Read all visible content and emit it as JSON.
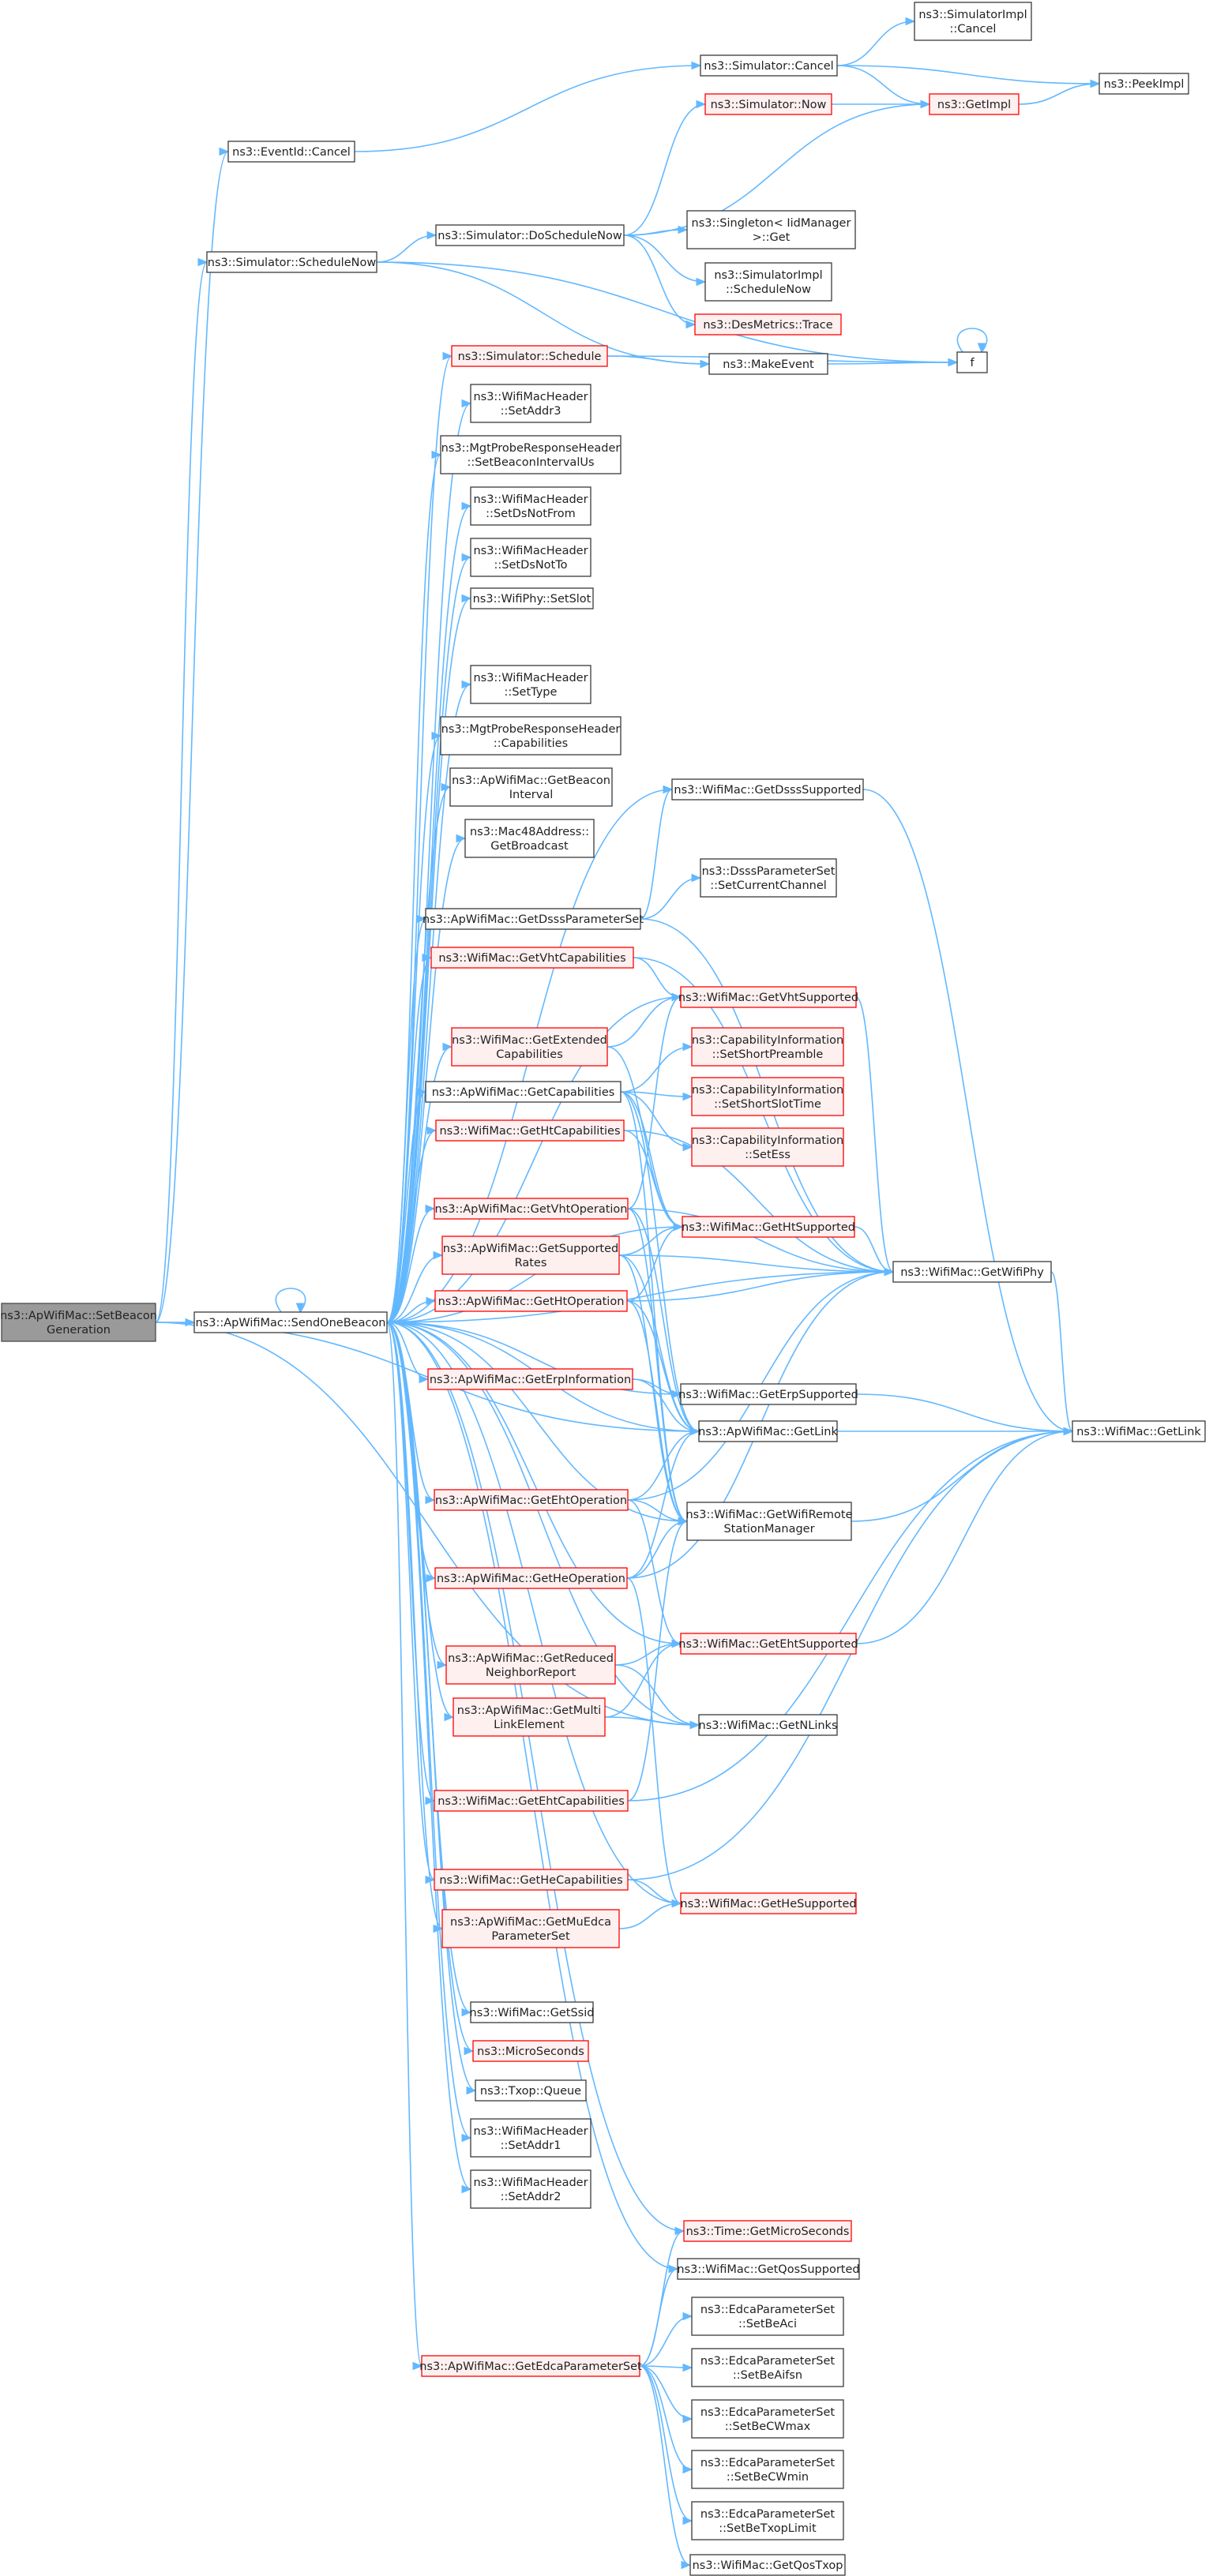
{
  "colors": {
    "edge": "#63b8ff",
    "node_border": "#3a3a3a",
    "node_border_incomplete": "#ff0000",
    "root_fill": "#9a9a9a"
  },
  "nodes": [
    {
      "id": "root",
      "lines": [
        "ns3::ApWifiMac::SetBeacon",
        "Generation"
      ],
      "style": "root"
    },
    {
      "id": "eventid_cancel",
      "lines": [
        "ns3::EventId::Cancel"
      ],
      "style": "normal"
    },
    {
      "id": "sim_schedulenow",
      "lines": [
        "ns3::Simulator::ScheduleNow"
      ],
      "style": "normal"
    },
    {
      "id": "send_one_beacon",
      "lines": [
        "ns3::ApWifiMac::SendOneBeacon"
      ],
      "style": "normal"
    },
    {
      "id": "sim_cancel",
      "lines": [
        "ns3::Simulator::Cancel"
      ],
      "style": "normal"
    },
    {
      "id": "simimpl_cancel",
      "lines": [
        "ns3::SimulatorImpl",
        "::Cancel"
      ],
      "style": "normal"
    },
    {
      "id": "peekimpl",
      "lines": [
        "ns3::PeekImpl"
      ],
      "style": "normal"
    },
    {
      "id": "sim_now",
      "lines": [
        "ns3::Simulator::Now"
      ],
      "style": "red"
    },
    {
      "id": "getimpl",
      "lines": [
        "ns3::GetImpl"
      ],
      "style": "red"
    },
    {
      "id": "sim_doschedulenow",
      "lines": [
        "ns3::Simulator::DoScheduleNow"
      ],
      "style": "normal"
    },
    {
      "id": "singleton_get",
      "lines": [
        "ns3::Singleton< IidManager",
        ">::Get"
      ],
      "style": "normal"
    },
    {
      "id": "simimpl_schedulenow",
      "lines": [
        "ns3::SimulatorImpl",
        "::ScheduleNow"
      ],
      "style": "normal"
    },
    {
      "id": "desmetrics_trace",
      "lines": [
        "ns3::DesMetrics::Trace"
      ],
      "style": "red"
    },
    {
      "id": "sim_schedule",
      "lines": [
        "ns3::Simulator::Schedule"
      ],
      "style": "red"
    },
    {
      "id": "makeevent",
      "lines": [
        "ns3::MakeEvent"
      ],
      "style": "normal"
    },
    {
      "id": "f",
      "lines": [
        "f"
      ],
      "style": "normal"
    },
    {
      "id": "setaddr3",
      "lines": [
        "ns3::WifiMacHeader",
        "::SetAddr3"
      ],
      "style": "normal"
    },
    {
      "id": "setbeaconinterval",
      "lines": [
        "ns3::MgtProbeResponseHeader",
        "::SetBeaconIntervalUs"
      ],
      "style": "normal"
    },
    {
      "id": "setdsnotfrom",
      "lines": [
        "ns3::WifiMacHeader",
        "::SetDsNotFrom"
      ],
      "style": "normal"
    },
    {
      "id": "setdsnotto",
      "lines": [
        "ns3::WifiMacHeader",
        "::SetDsNotTo"
      ],
      "style": "normal"
    },
    {
      "id": "setslot",
      "lines": [
        "ns3::WifiPhy::SetSlot"
      ],
      "style": "normal"
    },
    {
      "id": "settype",
      "lines": [
        "ns3::WifiMacHeader",
        "::SetType"
      ],
      "style": "normal"
    },
    {
      "id": "capabilities",
      "lines": [
        "ns3::MgtProbeResponseHeader",
        "::Capabilities"
      ],
      "style": "normal"
    },
    {
      "id": "getbeaconinterval",
      "lines": [
        "ns3::ApWifiMac::GetBeacon",
        "Interval"
      ],
      "style": "normal"
    },
    {
      "id": "getbroadcast",
      "lines": [
        "ns3::Mac48Address::",
        "GetBroadcast"
      ],
      "style": "normal"
    },
    {
      "id": "getdssssupported",
      "lines": [
        "ns3::WifiMac::GetDsssSupported"
      ],
      "style": "normal"
    },
    {
      "id": "setcurrentchannel",
      "lines": [
        "ns3::DsssParameterSet",
        "::SetCurrentChannel"
      ],
      "style": "normal"
    },
    {
      "id": "getdsssparameterset",
      "lines": [
        "ns3::ApWifiMac::GetDsssParameterSet"
      ],
      "style": "normal"
    },
    {
      "id": "getvhtcapabilities",
      "lines": [
        "ns3::WifiMac::GetVhtCapabilities"
      ],
      "style": "red"
    },
    {
      "id": "getvhtsupported",
      "lines": [
        "ns3::WifiMac::GetVhtSupported"
      ],
      "style": "red"
    },
    {
      "id": "getextendedcaps",
      "lines": [
        "ns3::WifiMac::GetExtended",
        "Capabilities"
      ],
      "style": "red"
    },
    {
      "id": "setshortpreamble",
      "lines": [
        "ns3::CapabilityInformation",
        "::SetShortPreamble"
      ],
      "style": "red"
    },
    {
      "id": "getcapabilities",
      "lines": [
        "ns3::ApWifiMac::GetCapabilities"
      ],
      "style": "normal"
    },
    {
      "id": "setshortslottime",
      "lines": [
        "ns3::CapabilityInformation",
        "::SetShortSlotTime"
      ],
      "style": "red"
    },
    {
      "id": "gethtcapabilities",
      "lines": [
        "ns3::WifiMac::GetHtCapabilities"
      ],
      "style": "red"
    },
    {
      "id": "setess",
      "lines": [
        "ns3::CapabilityInformation",
        "::SetEss"
      ],
      "style": "red"
    },
    {
      "id": "getvhtoperation",
      "lines": [
        "ns3::ApWifiMac::GetVhtOperation"
      ],
      "style": "red"
    },
    {
      "id": "gethtsupported",
      "lines": [
        "ns3::WifiMac::GetHtSupported"
      ],
      "style": "red"
    },
    {
      "id": "getsupportedrates",
      "lines": [
        "ns3::ApWifiMac::GetSupported",
        "Rates"
      ],
      "style": "red"
    },
    {
      "id": "getwifiphy",
      "lines": [
        "ns3::WifiMac::GetWifiPhy"
      ],
      "style": "normal"
    },
    {
      "id": "gethtoperation",
      "lines": [
        "ns3::ApWifiMac::GetHtOperation"
      ],
      "style": "red"
    },
    {
      "id": "geterpinformation",
      "lines": [
        "ns3::ApWifiMac::GetErpInformation"
      ],
      "style": "red"
    },
    {
      "id": "geterpsupported",
      "lines": [
        "ns3::WifiMac::GetErpSupported"
      ],
      "style": "normal"
    },
    {
      "id": "aplink",
      "lines": [
        "ns3::ApWifiMac::GetLink"
      ],
      "style": "normal"
    },
    {
      "id": "wifilink",
      "lines": [
        "ns3::WifiMac::GetLink"
      ],
      "style": "normal"
    },
    {
      "id": "getehtoperation",
      "lines": [
        "ns3::ApWifiMac::GetEhtOperation"
      ],
      "style": "red"
    },
    {
      "id": "getremotestationmanager",
      "lines": [
        "ns3::WifiMac::GetWifiRemote",
        "StationManager"
      ],
      "style": "normal"
    },
    {
      "id": "getheoperation",
      "lines": [
        "ns3::ApWifiMac::GetHeOperation"
      ],
      "style": "red"
    },
    {
      "id": "getreducedneighbor",
      "lines": [
        "ns3::ApWifiMac::GetReduced",
        "NeighborReport"
      ],
      "style": "red"
    },
    {
      "id": "getehtsupported",
      "lines": [
        "ns3::WifiMac::GetEhtSupported"
      ],
      "style": "red"
    },
    {
      "id": "getmultilink",
      "lines": [
        "ns3::ApWifiMac::GetMulti",
        "LinkElement"
      ],
      "style": "red"
    },
    {
      "id": "getnlinks",
      "lines": [
        "ns3::WifiMac::GetNLinks"
      ],
      "style": "normal"
    },
    {
      "id": "getehtcapabilities",
      "lines": [
        "ns3::WifiMac::GetEhtCapabilities"
      ],
      "style": "red"
    },
    {
      "id": "gethecapabilities",
      "lines": [
        "ns3::WifiMac::GetHeCapabilities"
      ],
      "style": "red"
    },
    {
      "id": "gethesupported",
      "lines": [
        "ns3::WifiMac::GetHeSupported"
      ],
      "style": "red"
    },
    {
      "id": "getmuedca",
      "lines": [
        "ns3::ApWifiMac::GetMuEdca",
        "ParameterSet"
      ],
      "style": "red"
    },
    {
      "id": "getssid",
      "lines": [
        "ns3::WifiMac::GetSsid"
      ],
      "style": "normal"
    },
    {
      "id": "microseconds",
      "lines": [
        "ns3::MicroSeconds"
      ],
      "style": "red"
    },
    {
      "id": "txop_queue",
      "lines": [
        "ns3::Txop::Queue"
      ],
      "style": "normal"
    },
    {
      "id": "setaddr1",
      "lines": [
        "ns3::WifiMacHeader",
        "::SetAddr1"
      ],
      "style": "normal"
    },
    {
      "id": "setaddr2",
      "lines": [
        "ns3::WifiMacHeader",
        "::SetAddr2"
      ],
      "style": "normal"
    },
    {
      "id": "time_getmicroseconds",
      "lines": [
        "ns3::Time::GetMicroSeconds"
      ],
      "style": "red"
    },
    {
      "id": "getqossupported",
      "lines": [
        "ns3::WifiMac::GetQosSupported"
      ],
      "style": "normal"
    },
    {
      "id": "getedcaparameterset",
      "lines": [
        "ns3::ApWifiMac::GetEdcaParameterSet"
      ],
      "style": "red"
    },
    {
      "id": "setbeaci",
      "lines": [
        "ns3::EdcaParameterSet",
        "::SetBeAci"
      ],
      "style": "normal"
    },
    {
      "id": "setbeaifsn",
      "lines": [
        "ns3::EdcaParameterSet",
        "::SetBeAifsn"
      ],
      "style": "normal"
    },
    {
      "id": "setbecwmax",
      "lines": [
        "ns3::EdcaParameterSet",
        "::SetBeCWmax"
      ],
      "style": "normal"
    },
    {
      "id": "setbecwmin",
      "lines": [
        "ns3::EdcaParameterSet",
        "::SetBeCWmin"
      ],
      "style": "normal"
    },
    {
      "id": "setbetxoplimit",
      "lines": [
        "ns3::EdcaParameterSet",
        "::SetBeTxopLimit"
      ],
      "style": "normal"
    },
    {
      "id": "getqostxop",
      "lines": [
        "ns3::WifiMac::GetQosTxop"
      ],
      "style": "normal"
    }
  ],
  "edges": [
    [
      "root",
      "eventid_cancel"
    ],
    [
      "root",
      "sim_schedulenow"
    ],
    [
      "root",
      "send_one_beacon"
    ],
    [
      "root",
      "aplink"
    ],
    [
      "root",
      "getnlinks"
    ],
    [
      "eventid_cancel",
      "sim_cancel"
    ],
    [
      "sim_cancel",
      "simimpl_cancel"
    ],
    [
      "sim_cancel",
      "peekimpl"
    ],
    [
      "sim_cancel",
      "getimpl"
    ],
    [
      "sim_now",
      "getimpl"
    ],
    [
      "getimpl",
      "peekimpl"
    ],
    [
      "sim_schedulenow",
      "sim_doschedulenow"
    ],
    [
      "sim_schedulenow",
      "f"
    ],
    [
      "sim_schedulenow",
      "makeevent"
    ],
    [
      "sim_doschedulenow",
      "sim_now"
    ],
    [
      "sim_doschedulenow",
      "getimpl"
    ],
    [
      "sim_doschedulenow",
      "singleton_get"
    ],
    [
      "sim_doschedulenow",
      "simimpl_schedulenow"
    ],
    [
      "sim_doschedulenow",
      "desmetrics_trace"
    ],
    [
      "sim_schedule",
      "makeevent"
    ],
    [
      "sim_schedule",
      "f"
    ],
    [
      "makeevent",
      "f"
    ],
    [
      "f",
      "f"
    ],
    [
      "send_one_beacon",
      "send_one_beacon"
    ],
    [
      "send_one_beacon",
      "sim_schedule"
    ],
    [
      "send_one_beacon",
      "setaddr3"
    ],
    [
      "send_one_beacon",
      "setbeaconinterval"
    ],
    [
      "send_one_beacon",
      "setdsnotfrom"
    ],
    [
      "send_one_beacon",
      "setdsnotto"
    ],
    [
      "send_one_beacon",
      "setslot"
    ],
    [
      "send_one_beacon",
      "settype"
    ],
    [
      "send_one_beacon",
      "capabilities"
    ],
    [
      "send_one_beacon",
      "getbeaconinterval"
    ],
    [
      "send_one_beacon",
      "getbroadcast"
    ],
    [
      "send_one_beacon",
      "getdssssupported"
    ],
    [
      "send_one_beacon",
      "getdsssparameterset"
    ],
    [
      "send_one_beacon",
      "getvhtcapabilities"
    ],
    [
      "send_one_beacon",
      "getvhtsupported"
    ],
    [
      "send_one_beacon",
      "getextendedcaps"
    ],
    [
      "send_one_beacon",
      "getcapabilities"
    ],
    [
      "send_one_beacon",
      "gethtcapabilities"
    ],
    [
      "send_one_beacon",
      "getvhtoperation"
    ],
    [
      "send_one_beacon",
      "gethtsupported"
    ],
    [
      "send_one_beacon",
      "getsupportedrates"
    ],
    [
      "send_one_beacon",
      "getwifiphy"
    ],
    [
      "send_one_beacon",
      "gethtoperation"
    ],
    [
      "send_one_beacon",
      "geterpinformation"
    ],
    [
      "send_one_beacon",
      "geterpsupported"
    ],
    [
      "send_one_beacon",
      "aplink"
    ],
    [
      "send_one_beacon",
      "getehtoperation"
    ],
    [
      "send_one_beacon",
      "getremotestationmanager"
    ],
    [
      "send_one_beacon",
      "getheoperation"
    ],
    [
      "send_one_beacon",
      "getreducedneighbor"
    ],
    [
      "send_one_beacon",
      "getehtsupported"
    ],
    [
      "send_one_beacon",
      "getmultilink"
    ],
    [
      "send_one_beacon",
      "getnlinks"
    ],
    [
      "send_one_beacon",
      "getehtcapabilities"
    ],
    [
      "send_one_beacon",
      "gethecapabilities"
    ],
    [
      "send_one_beacon",
      "gethesupported"
    ],
    [
      "send_one_beacon",
      "getmuedca"
    ],
    [
      "send_one_beacon",
      "getssid"
    ],
    [
      "send_one_beacon",
      "microseconds"
    ],
    [
      "send_one_beacon",
      "txop_queue"
    ],
    [
      "send_one_beacon",
      "setaddr1"
    ],
    [
      "send_one_beacon",
      "setaddr2"
    ],
    [
      "send_one_beacon",
      "time_getmicroseconds"
    ],
    [
      "send_one_beacon",
      "getqossupported"
    ],
    [
      "send_one_beacon",
      "getedcaparameterset"
    ],
    [
      "getdssssupported",
      "wifilink"
    ],
    [
      "getdsssparameterset",
      "getdssssupported"
    ],
    [
      "getdsssparameterset",
      "setcurrentchannel"
    ],
    [
      "getdsssparameterset",
      "getwifiphy"
    ],
    [
      "getvhtcapabilities",
      "getvhtsupported"
    ],
    [
      "getvhtcapabilities",
      "getwifiphy"
    ],
    [
      "getvhtsupported",
      "getwifiphy"
    ],
    [
      "getextendedcaps",
      "getvhtsupported"
    ],
    [
      "getextendedcaps",
      "gethtsupported"
    ],
    [
      "getcapabilities",
      "setshortpreamble"
    ],
    [
      "getcapabilities",
      "setshortslottime"
    ],
    [
      "getcapabilities",
      "setess"
    ],
    [
      "getcapabilities",
      "gethtsupported"
    ],
    [
      "getcapabilities",
      "aplink"
    ],
    [
      "getcapabilities",
      "getremotestationmanager"
    ],
    [
      "gethtcapabilities",
      "gethtsupported"
    ],
    [
      "gethtcapabilities",
      "getwifiphy"
    ],
    [
      "getvhtoperation",
      "getvhtsupported"
    ],
    [
      "getvhtoperation",
      "getwifiphy"
    ],
    [
      "getvhtoperation",
      "aplink"
    ],
    [
      "getvhtoperation",
      "getremotestationmanager"
    ],
    [
      "gethtsupported",
      "getwifiphy"
    ],
    [
      "getsupportedrates",
      "gethtsupported"
    ],
    [
      "getsupportedrates",
      "getwifiphy"
    ],
    [
      "getsupportedrates",
      "aplink"
    ],
    [
      "getsupportedrates",
      "getremotestationmanager"
    ],
    [
      "getwifiphy",
      "wifilink"
    ],
    [
      "gethtoperation",
      "gethtsupported"
    ],
    [
      "gethtoperation",
      "getwifiphy"
    ],
    [
      "gethtoperation",
      "aplink"
    ],
    [
      "gethtoperation",
      "getremotestationmanager"
    ],
    [
      "geterpinformation",
      "geterpsupported"
    ],
    [
      "geterpinformation",
      "aplink"
    ],
    [
      "geterpsupported",
      "wifilink"
    ],
    [
      "aplink",
      "wifilink"
    ],
    [
      "getehtoperation",
      "aplink"
    ],
    [
      "getehtoperation",
      "getwifiphy"
    ],
    [
      "getehtoperation",
      "getremotestationmanager"
    ],
    [
      "getehtoperation",
      "getehtsupported"
    ],
    [
      "getremotestationmanager",
      "wifilink"
    ],
    [
      "getheoperation",
      "aplink"
    ],
    [
      "getheoperation",
      "getwifiphy"
    ],
    [
      "getheoperation",
      "getremotestationmanager"
    ],
    [
      "getheoperation",
      "gethesupported"
    ],
    [
      "getreducedneighbor",
      "getehtsupported"
    ],
    [
      "getreducedneighbor",
      "getnlinks"
    ],
    [
      "getehtsupported",
      "wifilink"
    ],
    [
      "getmultilink",
      "getehtsupported"
    ],
    [
      "getmultilink",
      "getnlinks"
    ],
    [
      "getehtcapabilities",
      "getremotestationmanager"
    ],
    [
      "getehtcapabilities",
      "wifilink"
    ],
    [
      "gethecapabilities",
      "gethesupported"
    ],
    [
      "gethecapabilities",
      "wifilink"
    ],
    [
      "getmuedca",
      "gethesupported"
    ],
    [
      "getedcaparameterset",
      "time_getmicroseconds"
    ],
    [
      "getedcaparameterset",
      "getqossupported"
    ],
    [
      "getedcaparameterset",
      "setbeaci"
    ],
    [
      "getedcaparameterset",
      "setbeaifsn"
    ],
    [
      "getedcaparameterset",
      "setbecwmax"
    ],
    [
      "getedcaparameterset",
      "setbecwmin"
    ],
    [
      "getedcaparameterset",
      "setbetxoplimit"
    ],
    [
      "getedcaparameterset",
      "getqostxop"
    ]
  ]
}
